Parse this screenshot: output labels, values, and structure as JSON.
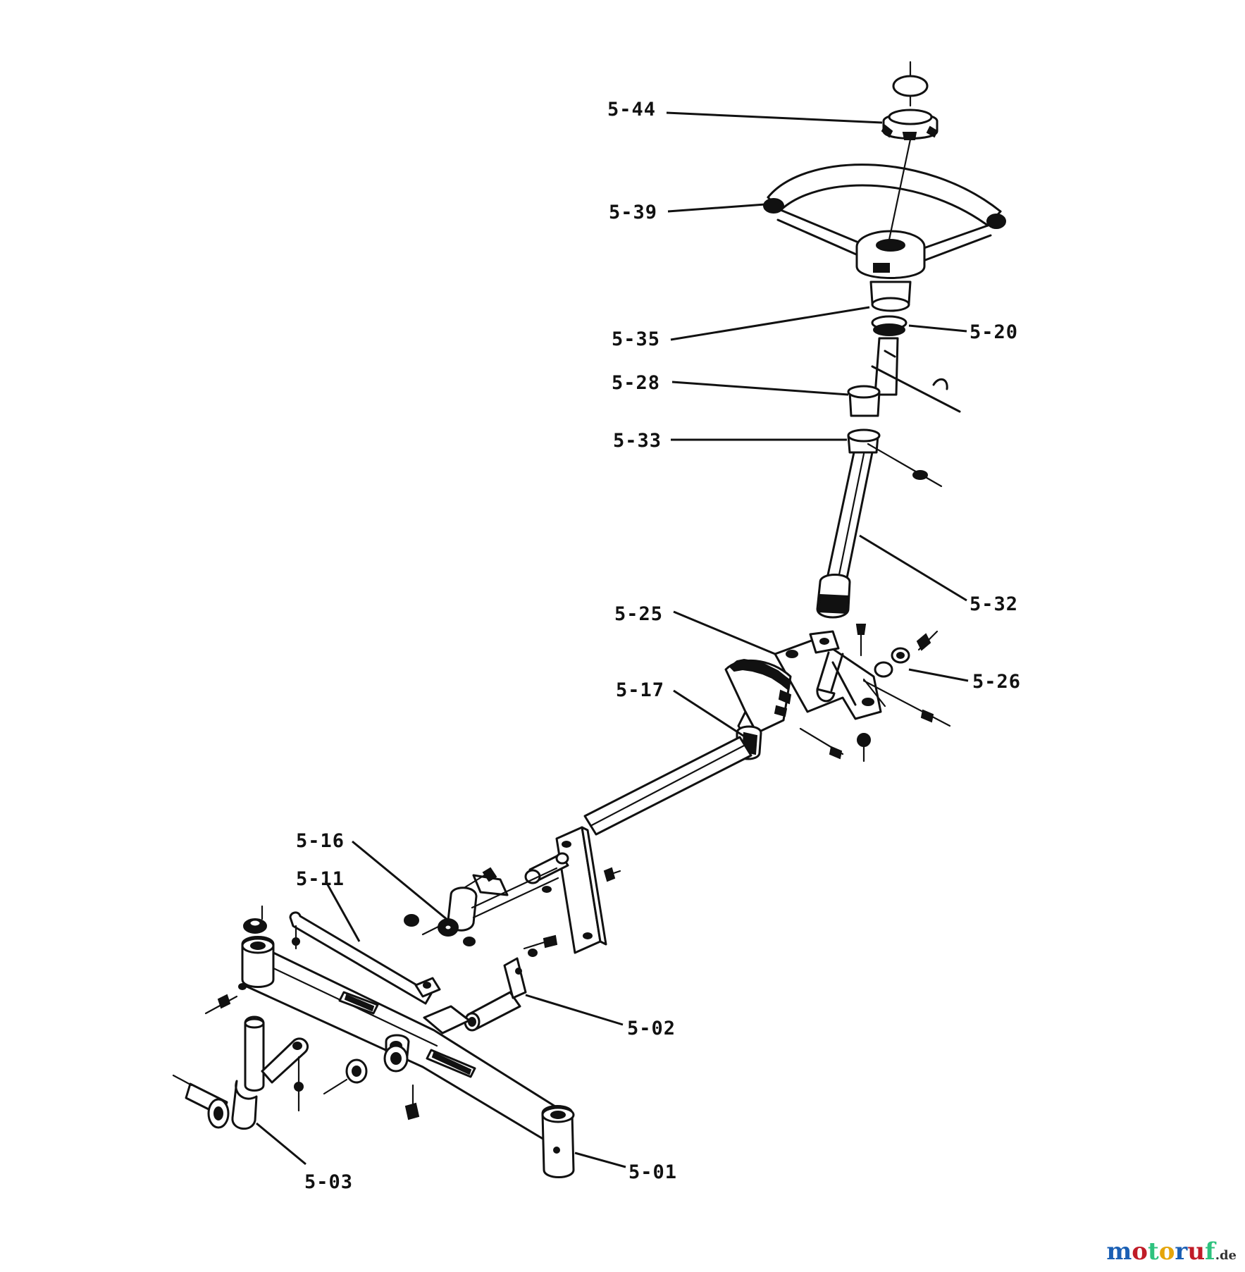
{
  "diagram": {
    "parts": [
      {
        "id": "5-44",
        "label": "5-44"
      },
      {
        "id": "5-39",
        "label": "5-39"
      },
      {
        "id": "5-35",
        "label": "5-35"
      },
      {
        "id": "5-20",
        "label": "5-20"
      },
      {
        "id": "5-28",
        "label": "5-28"
      },
      {
        "id": "5-33",
        "label": "5-33"
      },
      {
        "id": "5-32",
        "label": "5-32"
      },
      {
        "id": "5-25",
        "label": "5-25"
      },
      {
        "id": "5-26",
        "label": "5-26"
      },
      {
        "id": "5-17",
        "label": "5-17"
      },
      {
        "id": "5-16",
        "label": "5-16"
      },
      {
        "id": "5-11",
        "label": "5-11"
      },
      {
        "id": "5-02",
        "label": "5-02"
      },
      {
        "id": "5-03",
        "label": "5-03"
      },
      {
        "id": "5-01",
        "label": "5-01"
      }
    ]
  },
  "watermark": {
    "letters": [
      "m",
      "o",
      "t",
      "o",
      "r",
      "u",
      "f"
    ],
    "suffix": ".de"
  }
}
